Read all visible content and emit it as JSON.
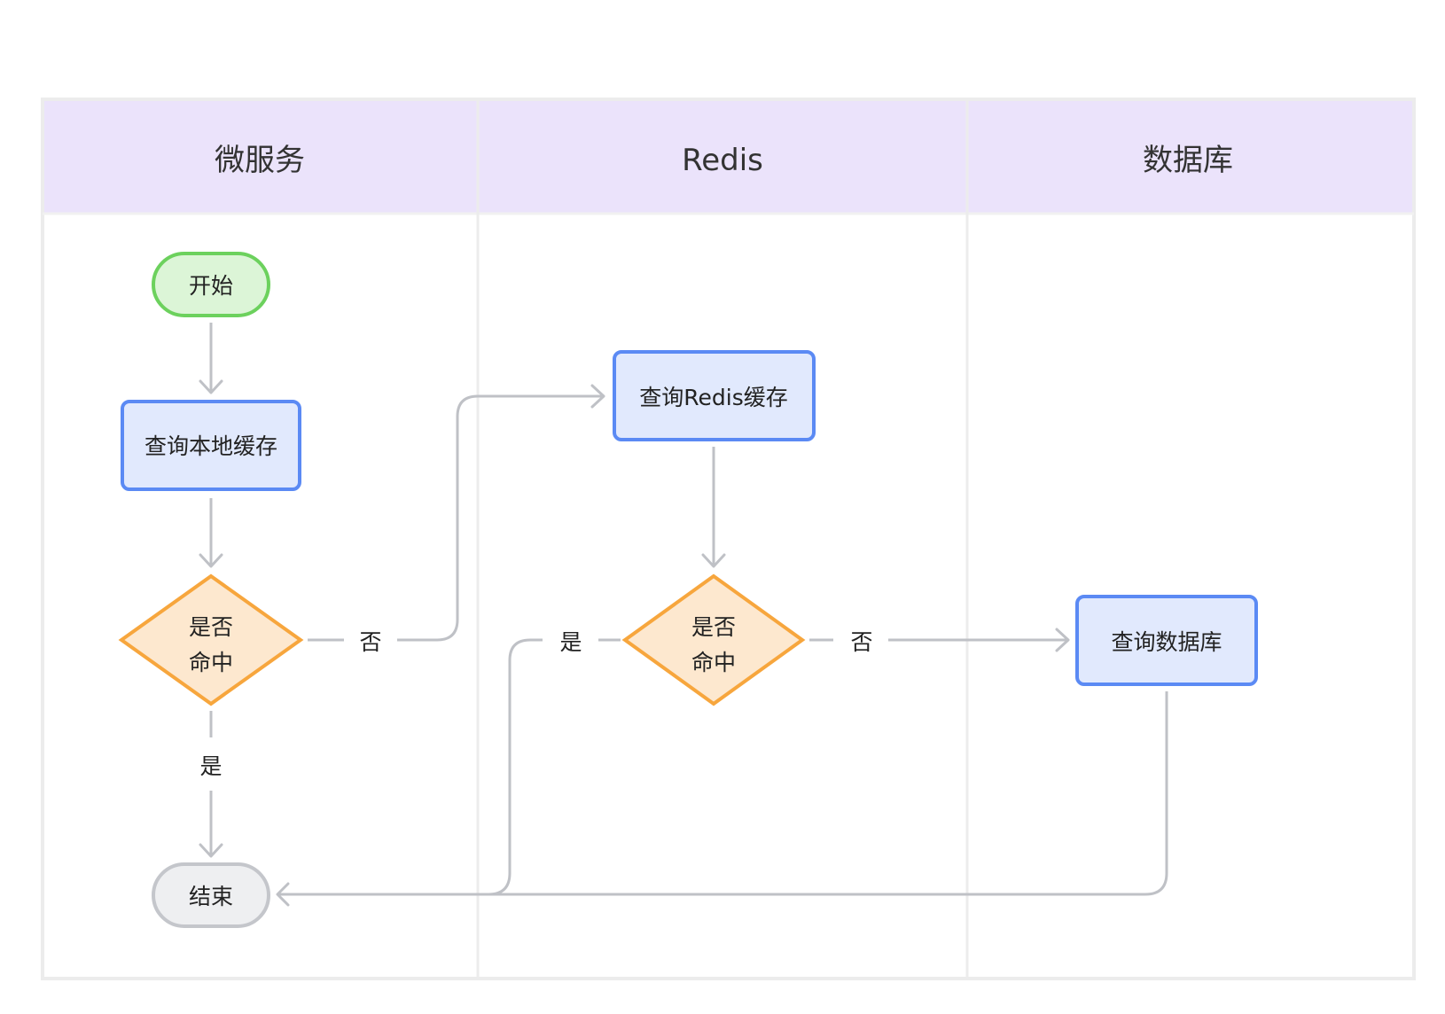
{
  "lanes": [
    {
      "id": "microservice",
      "title": "微服务"
    },
    {
      "id": "redis",
      "title": "Redis"
    },
    {
      "id": "database",
      "title": "数据库"
    }
  ],
  "nodes": {
    "start": {
      "label": "开始",
      "shape": "terminal",
      "fill": "#dcf5d7",
      "stroke": "#6cd15d"
    },
    "query_local": {
      "label": "查询本地缓存",
      "shape": "process",
      "fill": "#e1e9fd",
      "stroke": "#5b8af4"
    },
    "local_hit": {
      "label_lines": [
        "是否",
        "命中"
      ],
      "shape": "decision",
      "fill": "#fde8cf",
      "stroke": "#f7a63d"
    },
    "query_redis": {
      "label": "查询Redis缓存",
      "shape": "process",
      "fill": "#e1e9fd",
      "stroke": "#5b8af4"
    },
    "redis_hit": {
      "label_lines": [
        "是否",
        "命中"
      ],
      "shape": "decision",
      "fill": "#fde8cf",
      "stroke": "#f7a63d"
    },
    "query_db": {
      "label": "查询数据库",
      "shape": "process",
      "fill": "#e1e9fd",
      "stroke": "#5b8af4"
    },
    "end": {
      "label": "结束",
      "shape": "terminal",
      "fill": "#eeeff1",
      "stroke": "#c4c6cb"
    }
  },
  "edges": [
    {
      "from": "start",
      "to": "query_local",
      "label": ""
    },
    {
      "from": "query_local",
      "to": "local_hit",
      "label": ""
    },
    {
      "from": "local_hit",
      "to": "query_redis",
      "label": "否"
    },
    {
      "from": "local_hit",
      "to": "end",
      "label": "是"
    },
    {
      "from": "query_redis",
      "to": "redis_hit",
      "label": ""
    },
    {
      "from": "redis_hit",
      "to": "query_db",
      "label": "否"
    },
    {
      "from": "redis_hit",
      "to": "end",
      "label": "是"
    },
    {
      "from": "query_db",
      "to": "end",
      "label": ""
    }
  ],
  "colors": {
    "lane_header": "#ebe3fb",
    "lane_border": "#ececec",
    "edge": "#bfc1c6"
  }
}
